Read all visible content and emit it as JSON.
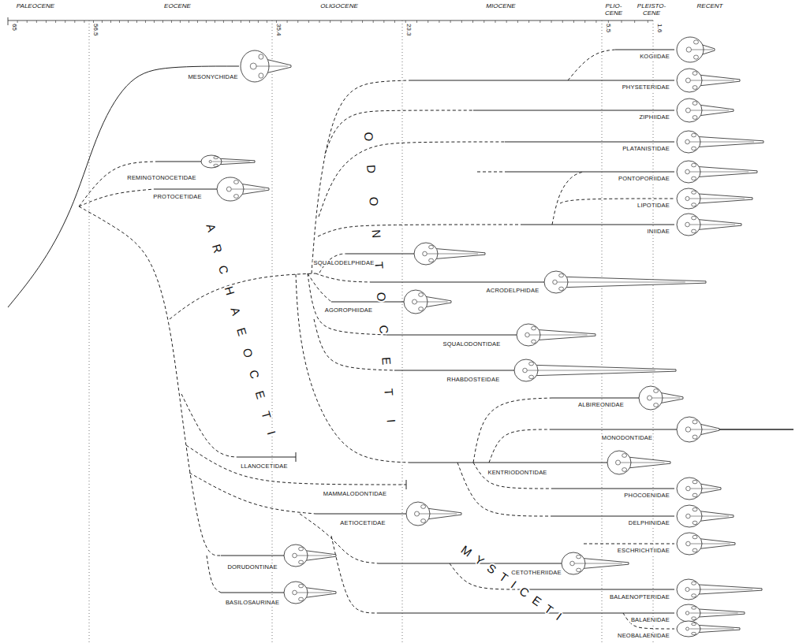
{
  "diagram": {
    "labels": [
      "PALEOCENE",
      "EOCENE",
      "OLIGOCENE",
      "MIOCENE",
      "PLIO- CENE",
      "PLEISTO- CENE",
      "RECENT",
      "65",
      "56.5",
      "35.4",
      "23.3",
      "5.5",
      "1.6",
      "ARCHAEOCETI",
      "ODONTOCETI",
      "MYSTICETI",
      "MESONYCHIDAE",
      "KOGIIDAE",
      "PHYSETERIDAE",
      "ZIPHIIDAE",
      "REMINGTONOCETIDAE",
      "PLATANISTIDAE",
      "PROTOCETIDAE",
      "PONTOPORIIDAE",
      "LIPOTIDAE",
      "INIIDAE",
      "SQUALODELPHIDAE",
      "ACRODELPHIDAE",
      "AGOROPHIIDAE",
      "SQUALODONTIDAE",
      "RHABDOSTEIDAE",
      "ALBIREONIDAE",
      "MONODONTIDAE",
      "LLANOCETIDAE",
      "KENTRIODONTIDAE",
      "MAMMALODONTIDAE",
      "PHOCOENIDAE",
      "DELPHINIDAE",
      "AETIOCETIDAE",
      "ESCHRICHTIIDAE",
      "DORUDONTINAE",
      "CETOTHERIIDAE",
      "BALAENOPTERIDAE",
      "BASILOSAURINAE",
      "BALAENIDAE",
      "NEOBALAENIDAE"
    ]
  }
}
